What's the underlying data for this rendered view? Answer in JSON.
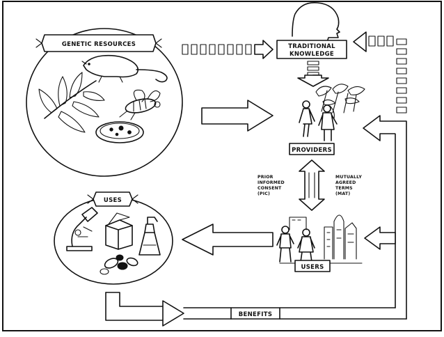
{
  "genetic_resources": {
    "label": "GENETIC RESOURCES"
  },
  "traditional_knowledge": {
    "line1": "TRADITIONAL",
    "line2": "KNOWLEDGE"
  },
  "providers": {
    "label": "PROVIDERS"
  },
  "pic": {
    "line1": "PRIOR",
    "line2": "INFORMED",
    "line3": "CONSENT",
    "line4": "(PIC)"
  },
  "mat": {
    "line1": "MUTUALLY",
    "line2": "AGREED",
    "line3": "TERMS",
    "line4": "(MAT)"
  },
  "uses": {
    "label": "USES"
  },
  "users": {
    "label": "USERS"
  },
  "benefits": {
    "label": "BENEFITS"
  }
}
